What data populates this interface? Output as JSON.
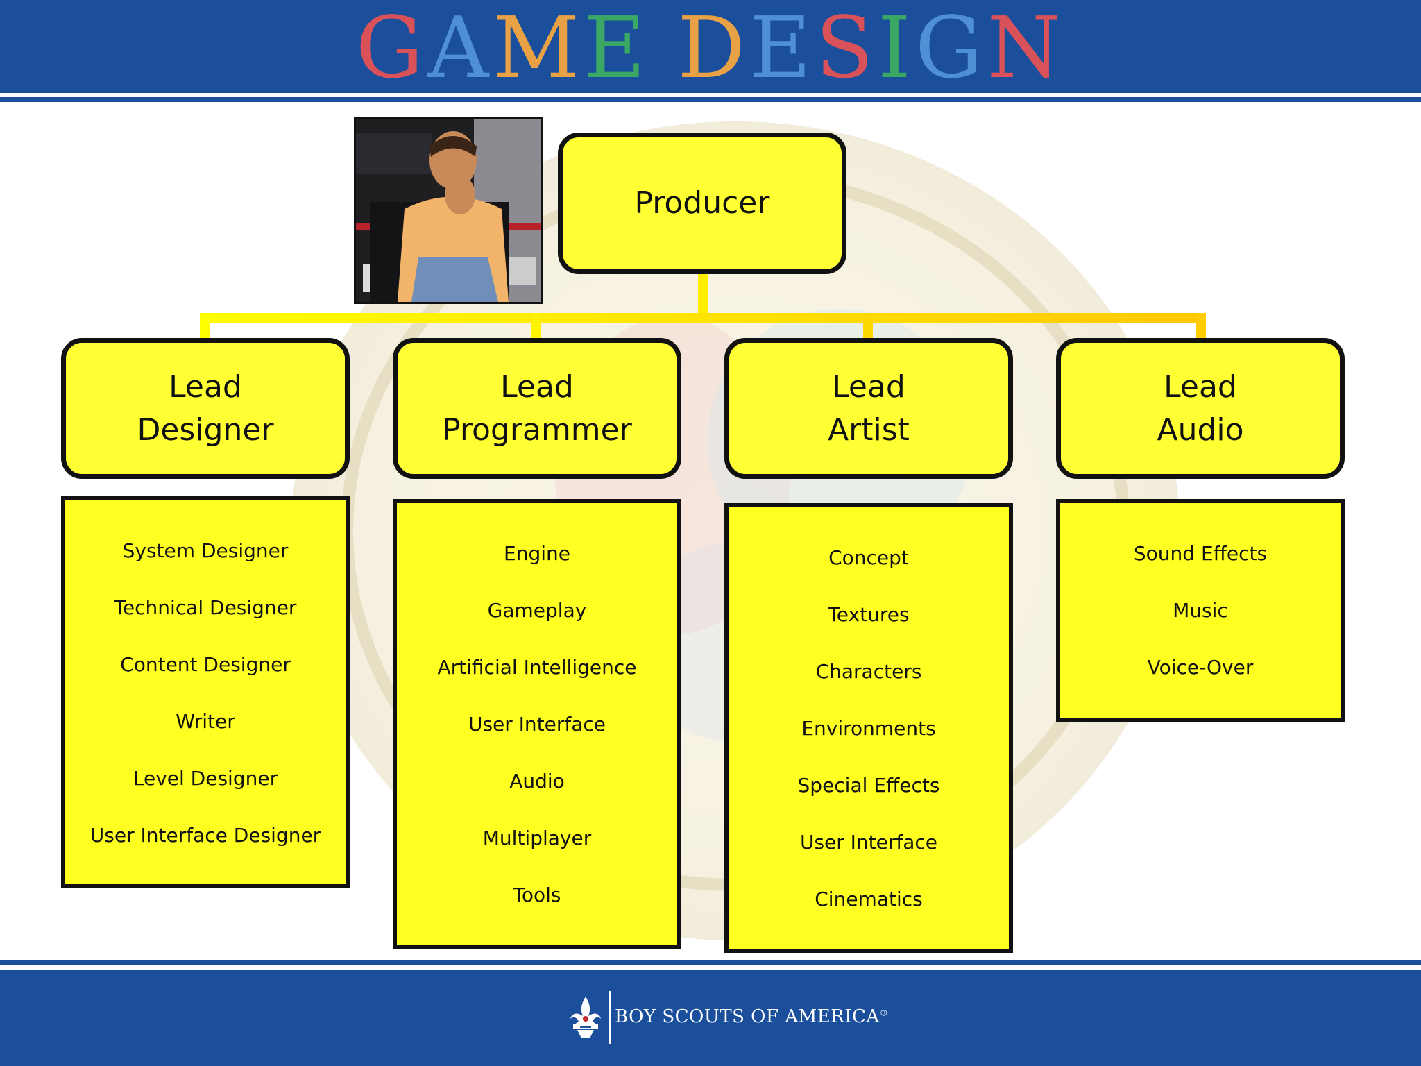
{
  "header": {
    "title_letters": [
      {
        "ch": "G",
        "color": "#d9525a"
      },
      {
        "ch": "A",
        "color": "#4f8fd6"
      },
      {
        "ch": "M",
        "color": "#e8a245"
      },
      {
        "ch": "E",
        "color": "#3aa765"
      },
      {
        "ch": " ",
        "color": "#ffffff"
      },
      {
        "ch": "D",
        "color": "#e8a245"
      },
      {
        "ch": "E",
        "color": "#4f8fd6"
      },
      {
        "ch": "S",
        "color": "#d9525a"
      },
      {
        "ch": "I",
        "color": "#3aa765"
      },
      {
        "ch": "G",
        "color": "#4f8fd6"
      },
      {
        "ch": "N",
        "color": "#d9525a"
      }
    ]
  },
  "org_chart": {
    "producer": "Producer",
    "leads": [
      {
        "label": "Lead\nDesigner",
        "items": [
          "System Designer",
          "Technical Designer",
          "Content Designer",
          "Writer",
          "Level Designer",
          "User Interface Designer"
        ]
      },
      {
        "label": "Lead\nProgrammer",
        "items": [
          "Engine",
          "Gameplay",
          "Artificial Intelligence",
          "User Interface",
          "Audio",
          "Multiplayer",
          "Tools"
        ]
      },
      {
        "label": "Lead\nArtist",
        "items": [
          "Concept",
          "Textures",
          "Characters",
          "Environments",
          "Special Effects",
          "User Interface",
          "Cinematics"
        ]
      },
      {
        "label": "Lead\nAudio",
        "items": [
          "Sound Effects",
          "Music",
          "Voice-Over"
        ]
      }
    ]
  },
  "footer": {
    "org_name": "BOY SCOUTS OF AMERICA",
    "trademark": "®"
  },
  "colors": {
    "brand_blue": "#1b4f9c",
    "node_yellow": "#ffff33",
    "connector_yellow": "#ffe600"
  }
}
